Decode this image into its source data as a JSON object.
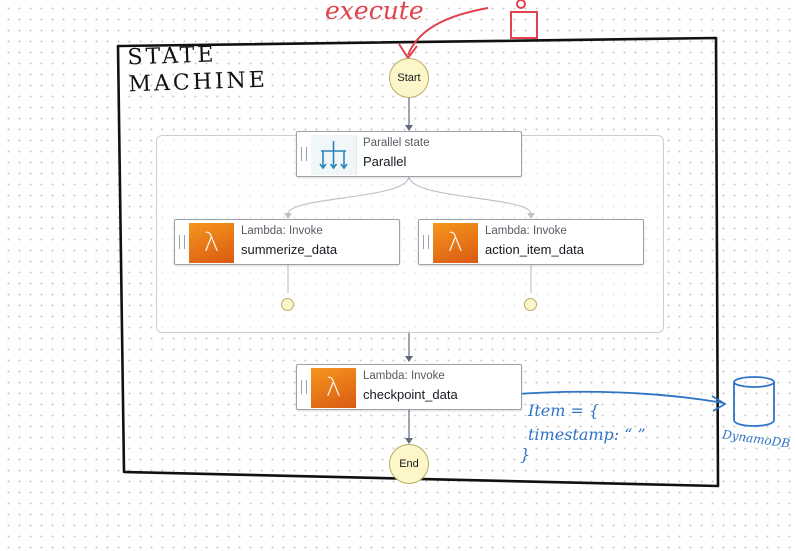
{
  "annotations": {
    "state_machine_line1": "STATE",
    "state_machine_line2": "MACHINE",
    "execute": "execute",
    "item_line1": "Item = {",
    "item_line2": "timestamp: “          ”",
    "item_line3": "}",
    "dynamodb": "DynamoDB"
  },
  "nodes": {
    "start": "Start",
    "end": "End",
    "parallel": {
      "type": "Parallel state",
      "name": "Parallel"
    },
    "branch_left": {
      "type": "Lambda: Invoke",
      "name": "summerize_data"
    },
    "branch_right": {
      "type": "Lambda: Invoke",
      "name": "action_item_data"
    },
    "checkpoint": {
      "type": "Lambda: Invoke",
      "name": "checkpoint_data"
    }
  },
  "icons": {
    "lambda": "lambda-icon",
    "parallel": "parallel-split-icon",
    "person": "person-icon",
    "database": "database-cylinder-icon"
  },
  "colors": {
    "lambda_orange": "#e8731a",
    "annotation_red": "#e0434b",
    "annotation_blue": "#2f74c6",
    "node_yellow": "#fcf6c9"
  }
}
